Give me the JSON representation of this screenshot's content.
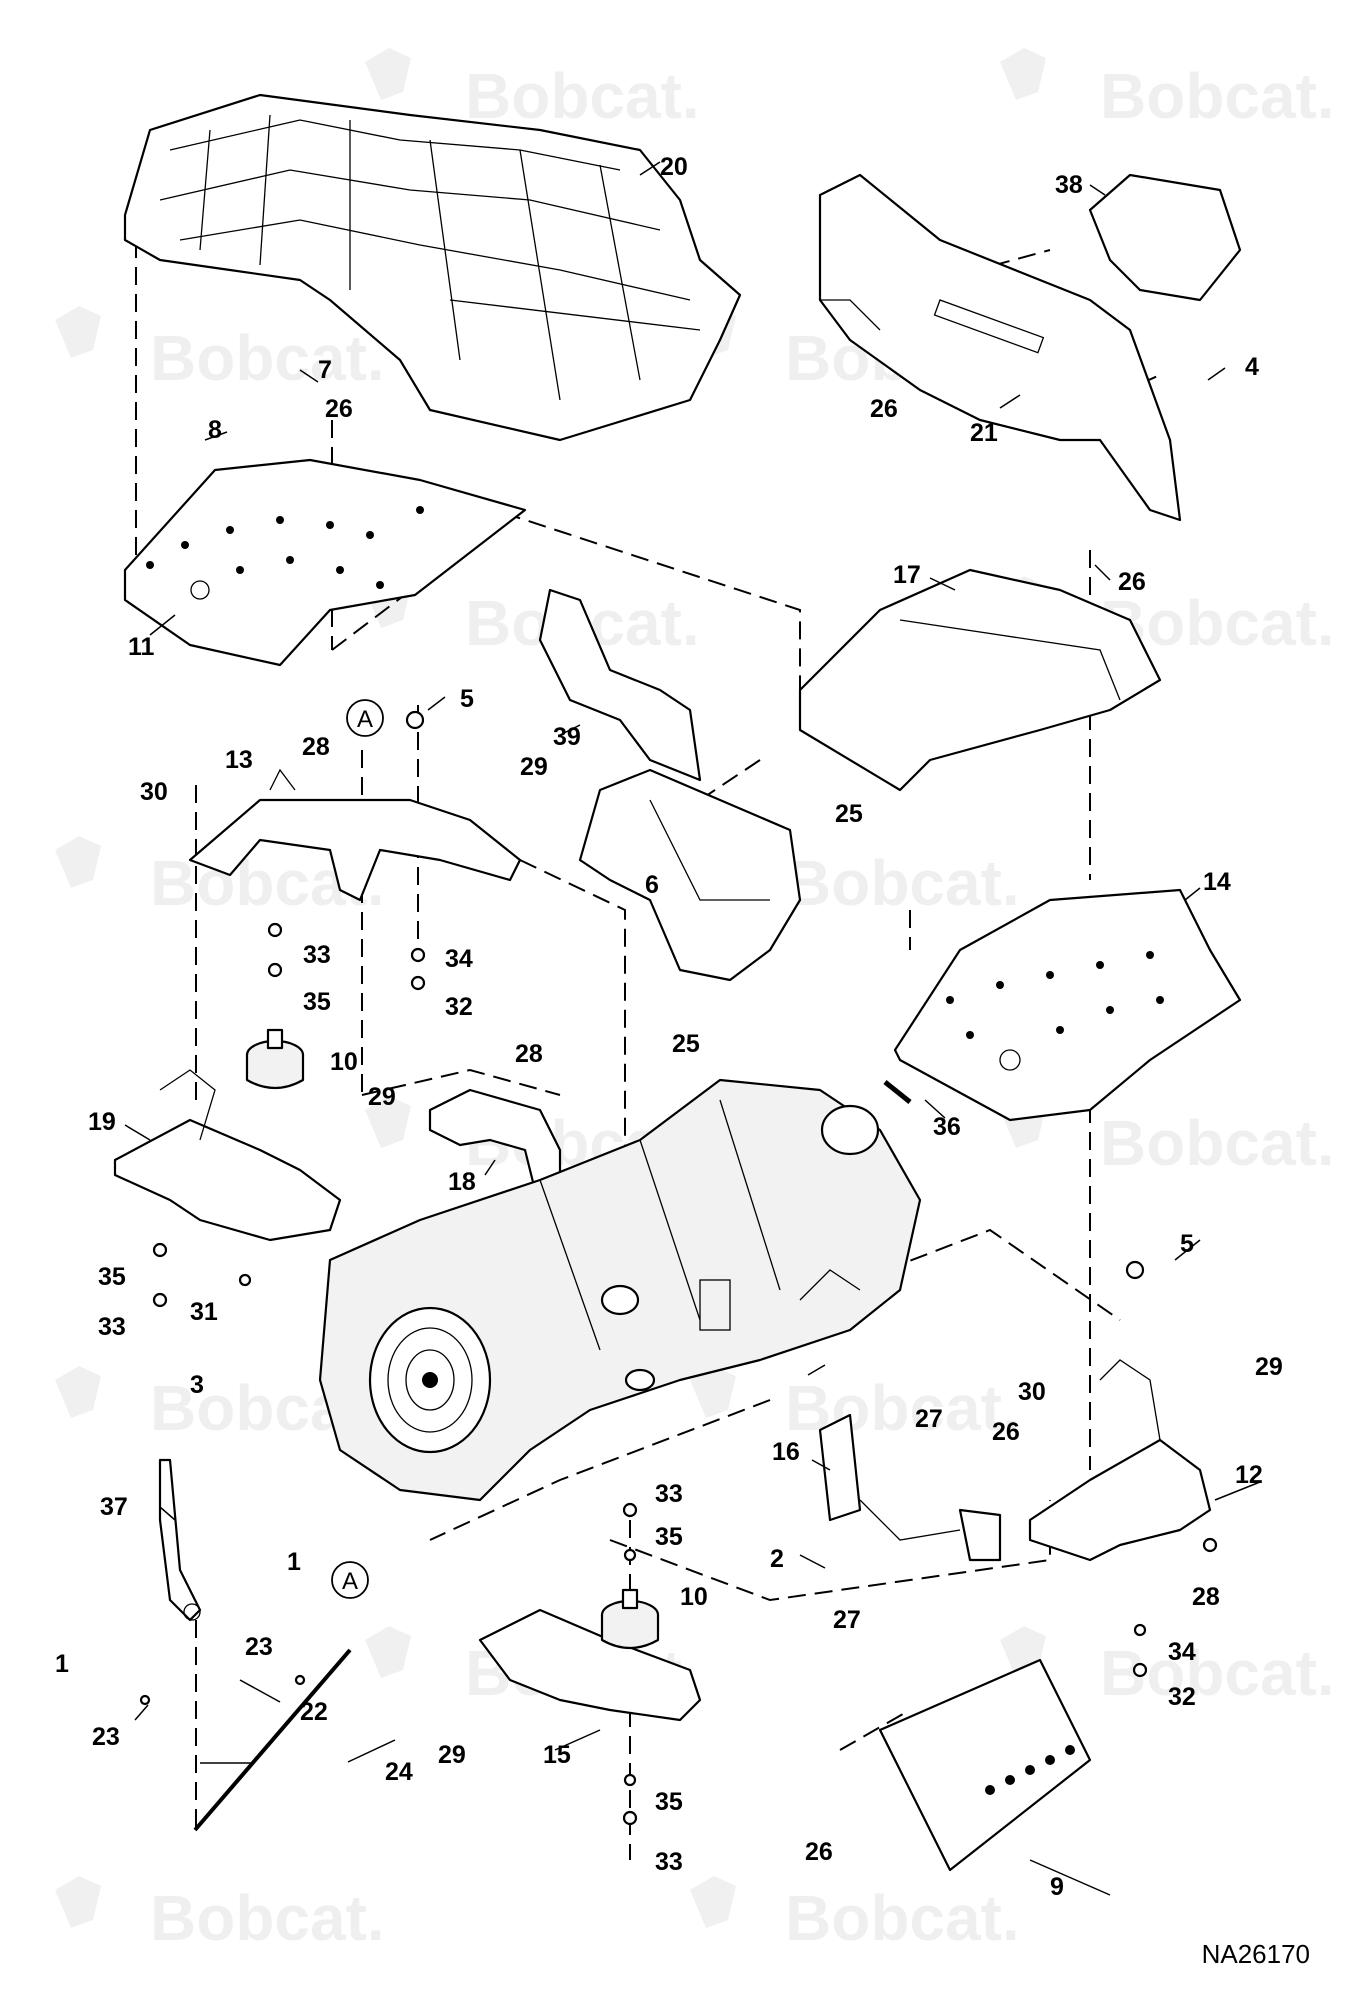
{
  "diagram": {
    "document_id": "NA26170",
    "watermark_text": "Bobcat.",
    "reference_marker": "A",
    "callouts": [
      "1",
      "2",
      "3",
      "4",
      "5",
      "6",
      "7",
      "8",
      "9",
      "10",
      "11",
      "12",
      "13",
      "14",
      "15",
      "16",
      "17",
      "18",
      "19",
      "20",
      "21",
      "22",
      "23",
      "24",
      "25",
      "26",
      "27",
      "28",
      "29",
      "30",
      "31",
      "32",
      "33",
      "34",
      "35",
      "36",
      "37",
      "38",
      "39"
    ]
  }
}
